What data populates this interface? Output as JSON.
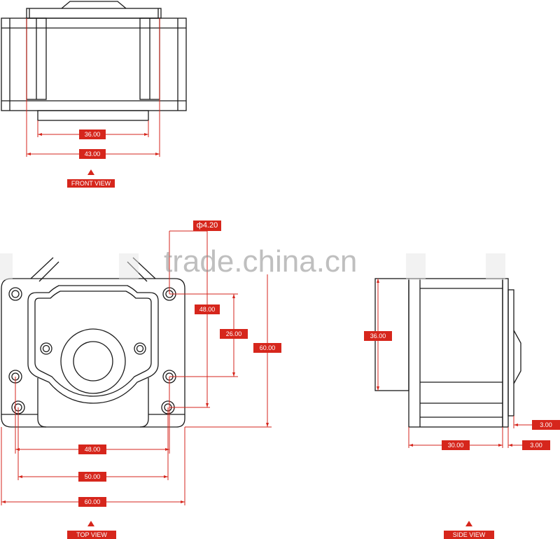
{
  "watermark": "trade.china.cn",
  "colors": {
    "dimension": "#d6261c",
    "outline": "#1a1a1a",
    "label_text": "#ffffff"
  },
  "views": {
    "front": {
      "title": "FRONT VIEW",
      "dims": {
        "inner_width": "36.00",
        "outer_width": "43.00"
      }
    },
    "top": {
      "title": "TOP VIEW",
      "hole_diameter": "ф4.20",
      "dims": {
        "vertical_48": "48.00",
        "vertical_26": "26.00",
        "vertical_60": "60.00",
        "horizontal_48": "48.00",
        "horizontal_50": "50.00",
        "horizontal_60": "60.00"
      }
    },
    "side": {
      "title": "SIDE VIEW",
      "dims": {
        "height": "36.00",
        "length": "30.00",
        "flange_a": "3.00",
        "flange_b": "3.00"
      }
    }
  }
}
